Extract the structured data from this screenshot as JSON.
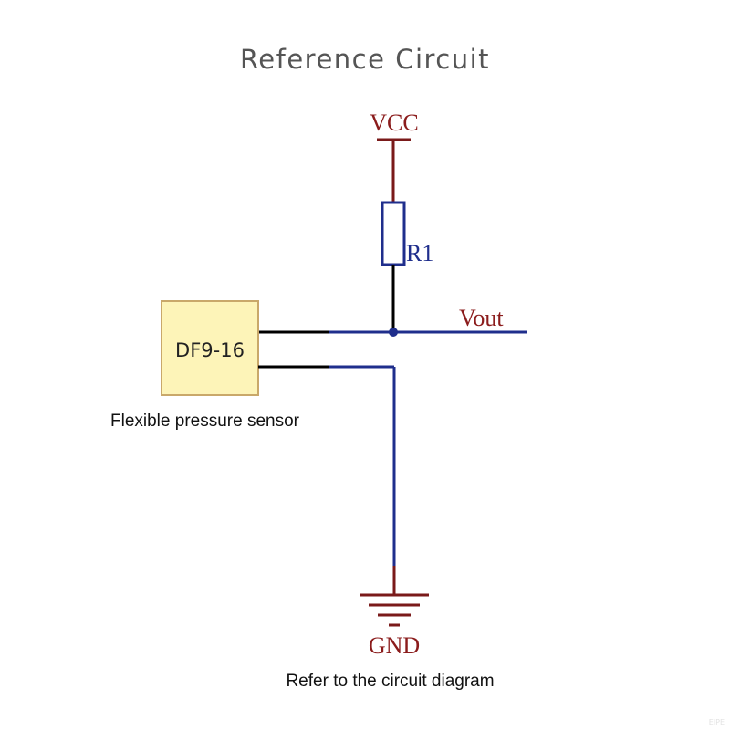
{
  "title": "Reference Circuit",
  "vcc_label": "VCC",
  "resistor_label": "R1",
  "vout_label": "Vout",
  "sensor_part": "DF9-16",
  "sensor_caption": "Flexible pressure sensor",
  "gnd_label": "GND",
  "bottom_caption": "Refer to the circuit diagram",
  "watermark": "EIPE",
  "colors": {
    "wire_dark_red": "#7a1a1a",
    "wire_blue": "#1f2e8c",
    "wire_black": "#000000",
    "label_red": "#8b1c1c",
    "sensor_fill": "#fdf4b8",
    "sensor_border": "#c9a86a"
  }
}
